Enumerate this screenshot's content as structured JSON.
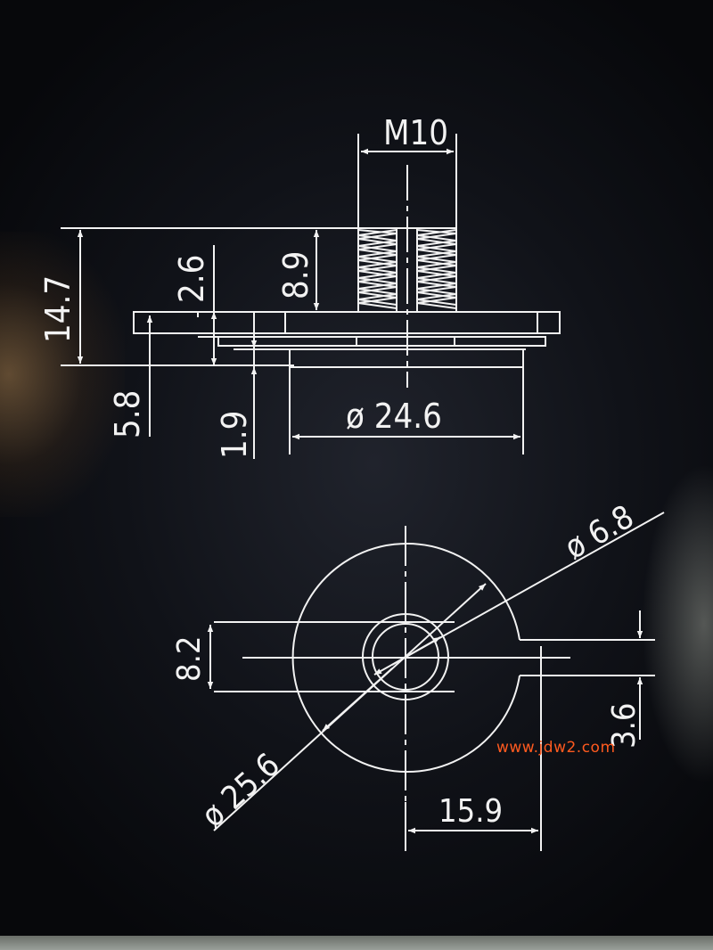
{
  "drawing": {
    "line_color": "#f2f2f2",
    "background_color": "#12141a",
    "side_view": {
      "thread_label": "M10",
      "total_height": "14.7",
      "plate_thickness": "2.6",
      "thread_length": "8.9",
      "lower_height": "5.8",
      "step_height": "1.9",
      "diameter": "ø 24.6"
    },
    "top_view": {
      "hole_diameter": "ø 6.8",
      "tab_width": "8.2",
      "tab_offset": "3.6",
      "outer_diameter": "ø 25.6",
      "tab_length": "15.9"
    }
  },
  "watermark": {
    "text": "www.jdw2.com",
    "color": "#ff5a1f"
  }
}
